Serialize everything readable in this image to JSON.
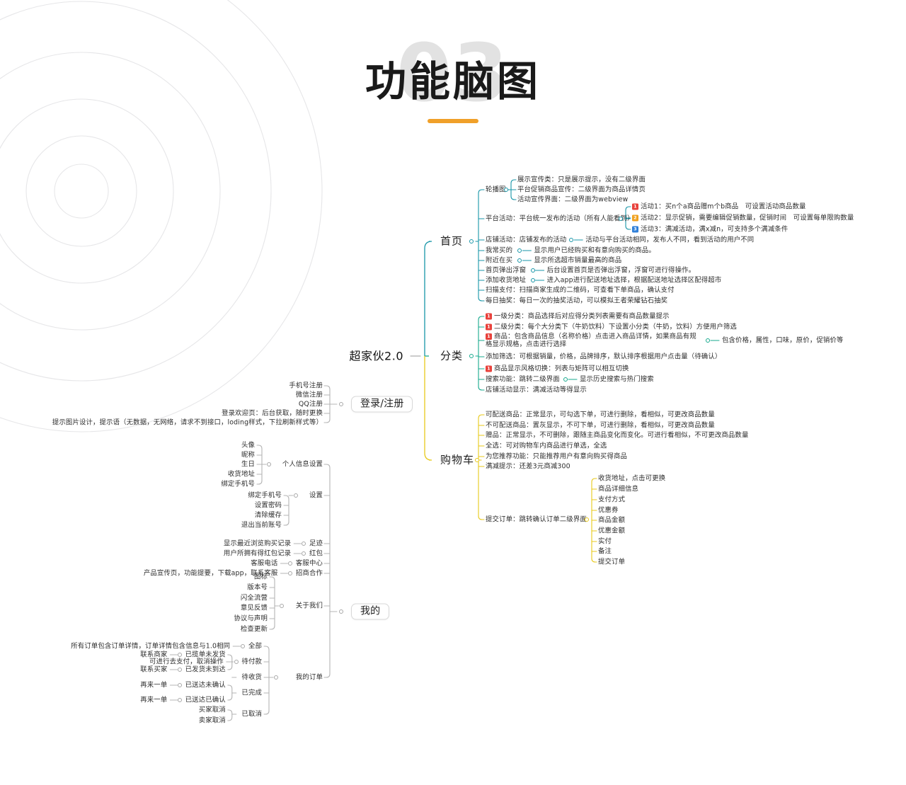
{
  "header": {
    "ghost_number": "03",
    "title": "功能脑图"
  },
  "colors": {
    "accent": "#f0a029",
    "branch_home": "#1896a8",
    "branch_category": "#17a98d",
    "branch_cart": "#e8c91a",
    "branch_left": "#b4b4b4",
    "ghost": "#e2e2e2"
  },
  "root": {
    "label": "超家伙2.0"
  },
  "right": {
    "home": {
      "label": "首页",
      "items": [
        {
          "label": "轮播图",
          "children": [
            {
              "label": "展示宣传类：只是展示提示，没有二级界面"
            },
            {
              "label": "平台促销商品宣传：二级界面为商品详情页"
            },
            {
              "label": "活动宣传界面：二级界面为webview"
            }
          ]
        },
        {
          "label": "平台活动：平台统一发布的活动（所有人能看到）",
          "children": [
            {
              "badge": "1",
              "badge_color": "red",
              "label": "活动1：买n个a商品赠m个b商品　可设置活动商品数量"
            },
            {
              "badge": "2",
              "badge_color": "orange",
              "label": "活动2：显示促销，需要编辑促销数量，促销时间　可设置每单限购数量"
            },
            {
              "badge": "3",
              "badge_color": "blue",
              "label": "活动3：满减活动，满x减n，可支持多个满减条件"
            }
          ]
        },
        {
          "label": "店铺活动：店铺发布的活动",
          "note": "活动与平台活动相同，发布人不同，看到活动的用户不同"
        },
        {
          "label": "我常买的",
          "note": "显示用户已经购买和有意向购买的商品。"
        },
        {
          "label": "附近在买",
          "note": "显示所选超市销量最高的商品"
        },
        {
          "label": "首页弹出浮窗",
          "note": "后台设置首页是否弹出浮窗，浮窗可进行得操作。"
        },
        {
          "label": "添加收货地址",
          "note": "进入app进行配送地址选择，根据配送地址选择区配得超市"
        },
        {
          "label": "扫描支付：扫描商家生成的二维码，可查看下单商品，确认支付"
        },
        {
          "label": "每日抽奖：每日一次的抽奖活动，可以模拟王者荣耀钻石抽奖"
        }
      ]
    },
    "category": {
      "label": "分类",
      "items": [
        {
          "badge": "1",
          "badge_color": "red",
          "label": "一级分类：商品选择后对应得分类列表需要有商品数量提示"
        },
        {
          "badge": "1",
          "badge_color": "red",
          "label": "二级分类：每个大分类下（牛奶饮料）下设置小分类（牛奶，饮料）方便用户筛选"
        },
        {
          "badge": "1",
          "badge_color": "red",
          "label": "商品：包含商品信息（名称价格）点击进入商品详情，如果商品有规格显示规格，点击进行选择",
          "note": "包含价格，属性，口味，原价，促销价等"
        },
        {
          "label": "添加筛选：可根据销量，价格，品牌排序，默认排序根据用户点击量（待确认）"
        },
        {
          "badge": "1",
          "badge_color": "red",
          "label": "商品显示风格切换：列表与矩阵可以相互切换"
        },
        {
          "label": "搜索功能：跳转二级界面",
          "note": "显示历史搜索与热门搜索"
        },
        {
          "label": "店铺活动显示：满减活动等得显示"
        }
      ]
    },
    "cart": {
      "label": "购物车",
      "items": [
        {
          "label": "可配送商品：正常显示，可勾选下单，可进行删除，看相似，可更改商品数量"
        },
        {
          "label": "不可配送商品：置灰显示，不可下单，可进行删除，看相似，可更改商品数量"
        },
        {
          "label": "赠品：正常显示，不可删除，跟随主商品变化而变化。可进行看相似，不可更改商品数量"
        },
        {
          "label": "全选：可对购物车内商品进行单选，全选"
        },
        {
          "label": "为您推荐功能：只能推荐用户有意向购买得商品"
        },
        {
          "label": "满减提示：还差3元商减300"
        },
        {
          "label": "提交订单：跳转确认订单二级界面",
          "children": [
            {
              "label": "收货地址，点击可更换"
            },
            {
              "label": "商品详细信息"
            },
            {
              "label": "支付方式"
            },
            {
              "label": "优惠券"
            },
            {
              "label": "商品金额"
            },
            {
              "label": "优惠金额"
            },
            {
              "label": "实付"
            },
            {
              "label": "备注"
            },
            {
              "label": "提交订单"
            }
          ]
        }
      ]
    }
  },
  "left": {
    "login": {
      "label": "登录/注册",
      "items": [
        {
          "label": "手机号注册"
        },
        {
          "label": "微信注册"
        },
        {
          "label": "QQ注册"
        },
        {
          "label": "登录欢迎页：后台获取，随时更换"
        },
        {
          "label": "提示图片设计，提示语（无数据，无网络，请求不到接口，loding样式，下拉刷新样式等）"
        }
      ]
    },
    "mine": {
      "label": "我的",
      "groups": [
        {
          "label": "个人信息设置",
          "children": [
            {
              "label": "头像"
            },
            {
              "label": "昵称"
            },
            {
              "label": "生日"
            },
            {
              "label": "收货地址"
            },
            {
              "label": "绑定手机号"
            }
          ]
        },
        {
          "label": "设置",
          "children": [
            {
              "label": "绑定手机号"
            },
            {
              "label": "设置密码"
            },
            {
              "label": "清除缓存"
            },
            {
              "label": "退出当前账号"
            }
          ]
        },
        {
          "label": "足迹",
          "note": "显示最近浏览购买记录"
        },
        {
          "label": "红包",
          "note": "用户所拥有得红包记录"
        },
        {
          "label": "客服中心",
          "note": "客服电话"
        },
        {
          "label": "招商合作",
          "note": "产品宣传页，功能提要，下载app，联系客服"
        },
        {
          "label": "关于我们",
          "children": [
            {
              "label": "图标"
            },
            {
              "label": "版本号"
            },
            {
              "label": "闪全流营"
            },
            {
              "label": "意见反馈"
            },
            {
              "label": "协议与声明"
            },
            {
              "label": "检查更新"
            }
          ]
        },
        {
          "label": "我的订单",
          "children": [
            {
              "label": "全部",
              "note": "所有订单包含订单详情，订单详情包含信息与1.0相同"
            },
            {
              "label": "待付款",
              "note": "可进行去支付，取消操作"
            },
            {
              "label": "待收货",
              "subs": [
                {
                  "label": "已揽单未发货",
                  "note": "联系商家"
                },
                {
                  "label": "已发货未到达",
                  "note": "联系买家"
                }
              ]
            },
            {
              "label": "已完成",
              "subs": [
                {
                  "label": "已送达未确认",
                  "note": "再来一单"
                },
                {
                  "label": "已送达已确认",
                  "note": "再来一单"
                }
              ]
            },
            {
              "label": "已取消",
              "subs": [
                {
                  "label": "买家取消",
                  "note": ""
                },
                {
                  "label": "卖家取消",
                  "note": ""
                }
              ]
            }
          ]
        }
      ]
    }
  }
}
